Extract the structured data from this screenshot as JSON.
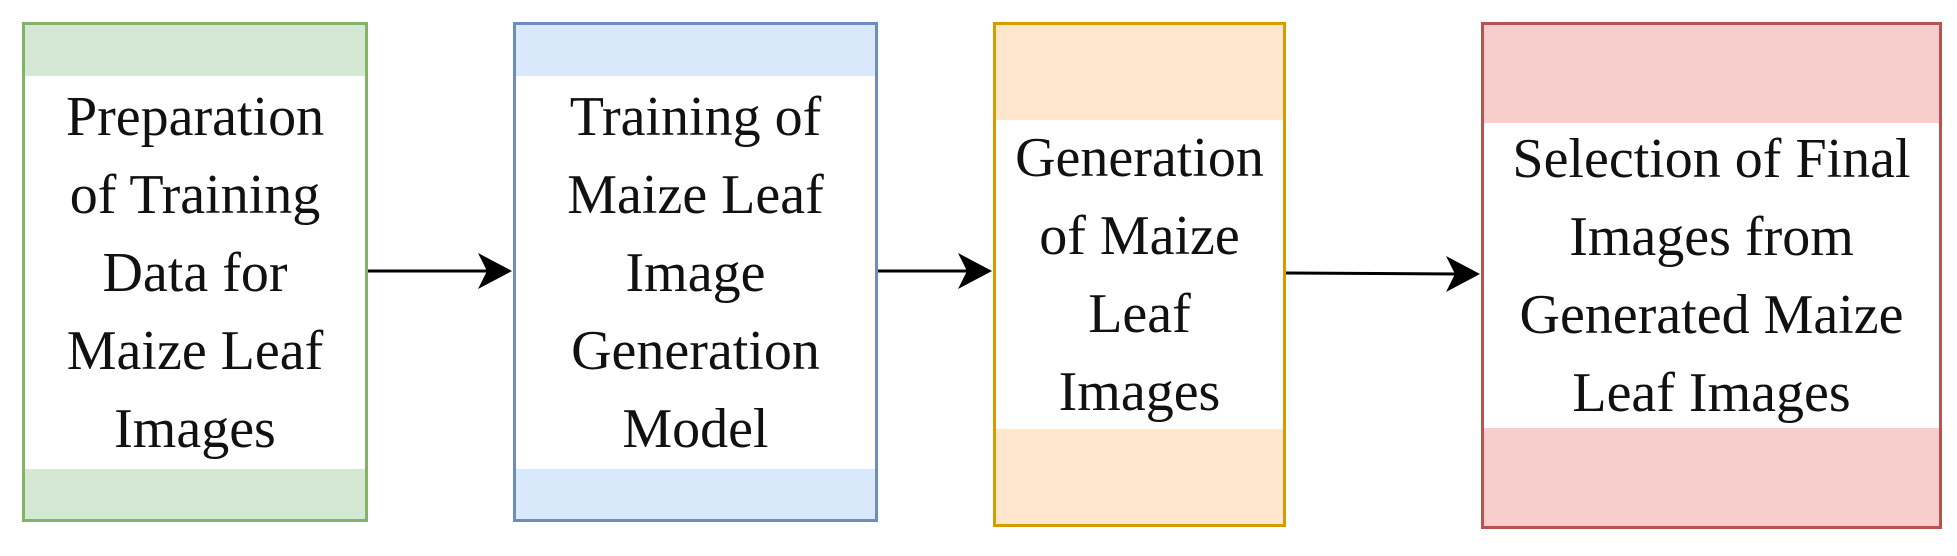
{
  "colors": {
    "step1_border": "#82b366",
    "step1_fill": "#d5e8d4",
    "step2_border": "#6c8ebf",
    "step2_fill": "#dae8fc",
    "step3_border": "#d79b00",
    "step3_fill": "#ffe6cc",
    "step4_border": "#b85450",
    "step4_fill": "#f8cecc",
    "arrow": "#000000"
  },
  "steps": [
    {
      "label": "Preparation\nof Training\nData for\nMaize Leaf\nImages"
    },
    {
      "label": "Training of\nMaize Leaf\nImage\nGeneration\nModel"
    },
    {
      "label": "Generation\nof Maize\nLeaf\nImages"
    },
    {
      "label": "Selection of Final\nImages from\nGenerated Maize\nLeaf Images"
    }
  ]
}
